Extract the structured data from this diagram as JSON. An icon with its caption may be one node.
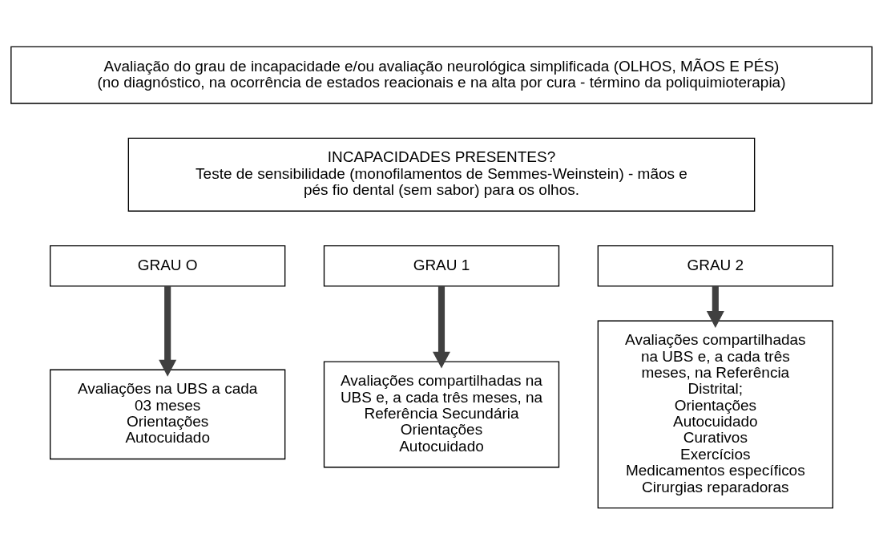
{
  "diagram": {
    "nodes": [
      {
        "text": [
          "Avaliação do grau de incapacidade e/ou avaliação neurológica simplificada (OLHOS, MÃOS E PÉS)",
          "(no diagnóstico, na ocorrência de estados reacionais e na alta por cura - término da poliquimioterapia)"
        ]
      },
      {
        "text": [
          "INCAPACIDADES PRESENTES?",
          "Teste de sensibilidade (monofilamentos de Semmes-Weinstein) - mãos e pés fio dental (sem sabor) para os olhos."
        ]
      },
      {
        "text": [
          "GRAU O"
        ]
      },
      {
        "text": [
          "GRAU 1"
        ]
      },
      {
        "text": [
          "GRAU 2"
        ]
      },
      {
        "text": [
          "Avaliações na UBS a cada 03 meses",
          "Orientações",
          "Autocuidado"
        ]
      },
      {
        "text": [
          "Avaliações compartilhadas na UBS e, a cada três meses, na Referência Secundária",
          "Orientações",
          "Autocuidado"
        ]
      },
      {
        "text": [
          "Avaliações compartilhadas na UBS e, a cada três meses, na Referência Distrital;",
          "Orientações",
          "Autocuidado",
          "Curativos",
          "Exercícios",
          "Medicamentos específicos",
          "Cirurgias reparadoras"
        ]
      }
    ],
    "edges": [
      {
        "from": 2,
        "to": 5,
        "arrow": "to"
      },
      {
        "from": 3,
        "to": 6,
        "arrow": "to"
      },
      {
        "from": 4,
        "to": 7,
        "arrow": "to"
      }
    ]
  }
}
